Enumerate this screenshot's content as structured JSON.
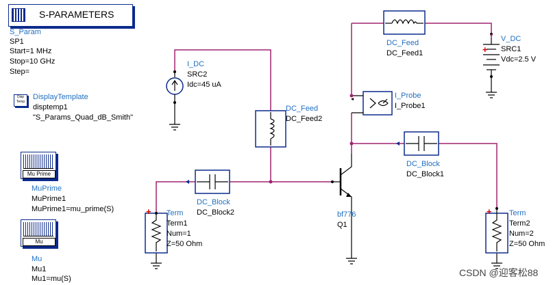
{
  "sparam": {
    "title": "S-PARAMETERS",
    "name": "S_Param",
    "inst": "SP1",
    "start": "Start=1 MHz",
    "stop": "Stop=10 GHz",
    "step": "Step="
  },
  "display": {
    "icon_top": "Disp",
    "icon_bot": "Temp",
    "name": "DisplayTemplate",
    "inst": "disptemp1",
    "value": "\"S_Params_Quad_dB_Smith\""
  },
  "muprime": {
    "icon_label": "Mu Prime",
    "name": "MuPrime",
    "inst": "MuPrime1",
    "expr": "MuPrime1=mu_prime(S)"
  },
  "mu": {
    "icon_label": "Mu",
    "name": "Mu",
    "inst": "Mu1",
    "expr": "Mu1=mu(S)"
  },
  "idc": {
    "name": "I_DC",
    "inst": "SRC2",
    "value": "Idc=45 uA"
  },
  "dcfeed2": {
    "name": "DC_Feed",
    "inst": "DC_Feed2"
  },
  "dcfeed1": {
    "name": "DC_Feed",
    "inst": "DC_Feed1"
  },
  "vdc": {
    "name": "V_DC",
    "inst": "SRC1",
    "value": "Vdc=2.5 V",
    "plus": "+"
  },
  "iprobe": {
    "name": "I_Probe",
    "inst": "I_Probe1"
  },
  "dcblock1": {
    "name": "DC_Block",
    "inst": "DC_Block1"
  },
  "dcblock2": {
    "name": "DC_Block",
    "inst": "DC_Block2"
  },
  "transistor": {
    "name": "bf776",
    "inst": "Q1"
  },
  "term1": {
    "name": "Term",
    "inst": "Term1",
    "num": "Num=1",
    "z": "Z=50 Ohm",
    "plus": "+"
  },
  "term2": {
    "name": "Term",
    "inst": "Term2",
    "num": "Num=2",
    "z": "Z=50 Ohm",
    "plus": "+"
  },
  "watermark": "CSDN @迎客松88",
  "colors": {
    "wire": "#a0226e",
    "component": "#0b2a8c",
    "label": "#1f6fc0"
  }
}
